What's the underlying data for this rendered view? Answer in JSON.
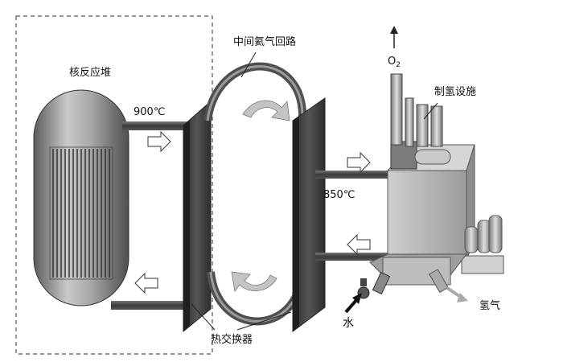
{
  "labels": {
    "reactor": "核反应堆",
    "loop": "中间氦气回路",
    "hydrogen_plant": "制氢设施",
    "temp_hot": "900℃",
    "temp_return": "850℃",
    "oxygen_main": "O",
    "oxygen_sub": "2",
    "hydrogen": "氢气",
    "water": "水",
    "heat_exchanger": "热交换器"
  },
  "colors": {
    "dashed_box": "#555555",
    "panel_dark": "#3a3a3a",
    "pipe": "#4a4a4a",
    "loop_pipe": "#555555",
    "reactor_body": "#9a9a9a",
    "plant_body": "#b8b8b8",
    "swirl_arrow": "#b5b5b5"
  }
}
